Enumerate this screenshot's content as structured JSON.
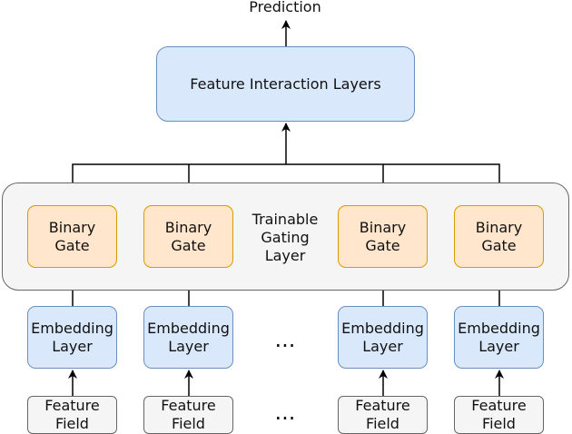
{
  "output": {
    "label": "Prediction"
  },
  "interaction": {
    "label": "Feature Interaction Layers"
  },
  "gating": {
    "label": "Trainable\nGating\nLayer"
  },
  "gates": [
    {
      "label": "Binary\nGate"
    },
    {
      "label": "Binary\nGate"
    },
    {
      "label": "Binary\nGate"
    },
    {
      "label": "Binary\nGate"
    }
  ],
  "embeddings": [
    {
      "label": "Embedding\nLayer"
    },
    {
      "label": "Embedding\nLayer"
    },
    {
      "label": "Embedding\nLayer"
    },
    {
      "label": "Embedding\nLayer"
    }
  ],
  "fields": [
    {
      "label": "Feature\nField"
    },
    {
      "label": "Feature\nField"
    },
    {
      "label": "Feature\nField"
    },
    {
      "label": "Feature\nField"
    }
  ],
  "ellipsis": "...",
  "colors": {
    "blue_fill": "#dae8fc",
    "blue_stroke": "#6c8ebf",
    "orange_fill": "#ffe6cc",
    "orange_stroke": "#d79b00",
    "gray_fill": "#f5f5f5",
    "gray_stroke": "#666666"
  }
}
